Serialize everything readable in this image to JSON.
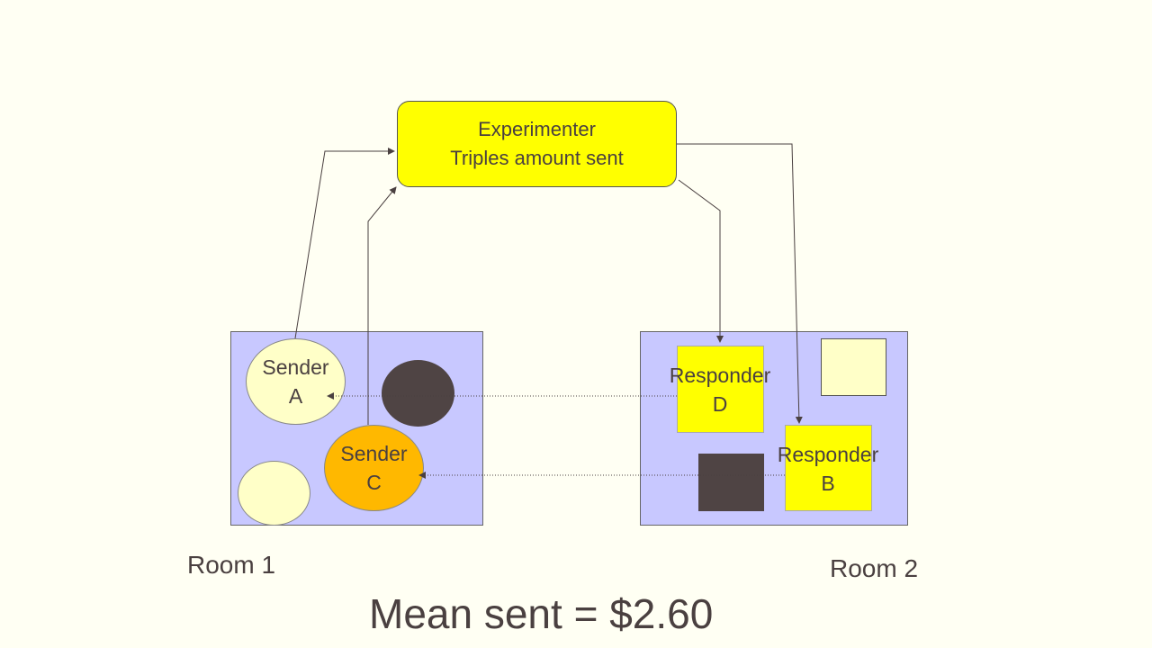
{
  "experimenter": {
    "line1": "Experimenter",
    "line2": "Triples amount sent"
  },
  "room1": {
    "label": "Room 1",
    "sender_a": {
      "line1": "Sender",
      "line2": "A"
    },
    "sender_c": {
      "line1": "Sender",
      "line2": "C"
    }
  },
  "room2": {
    "label": "Room 2",
    "responder_d": {
      "line1": "Responder",
      "line2": "D"
    },
    "responder_b": {
      "line1": "Responder",
      "line2": "B"
    }
  },
  "summary": {
    "mean_sent": "Mean sent = $2.60"
  },
  "colors": {
    "background": "#fffff3",
    "room_fill": "#c8c8ff",
    "experimenter_fill": "#ffff00",
    "sender_a_fill": "#ffffc8",
    "sender_c_fill": "#ffb800",
    "dark_token": "#4f4444",
    "responder_fill": "#ffff00",
    "pale_token": "#ffffc8"
  }
}
